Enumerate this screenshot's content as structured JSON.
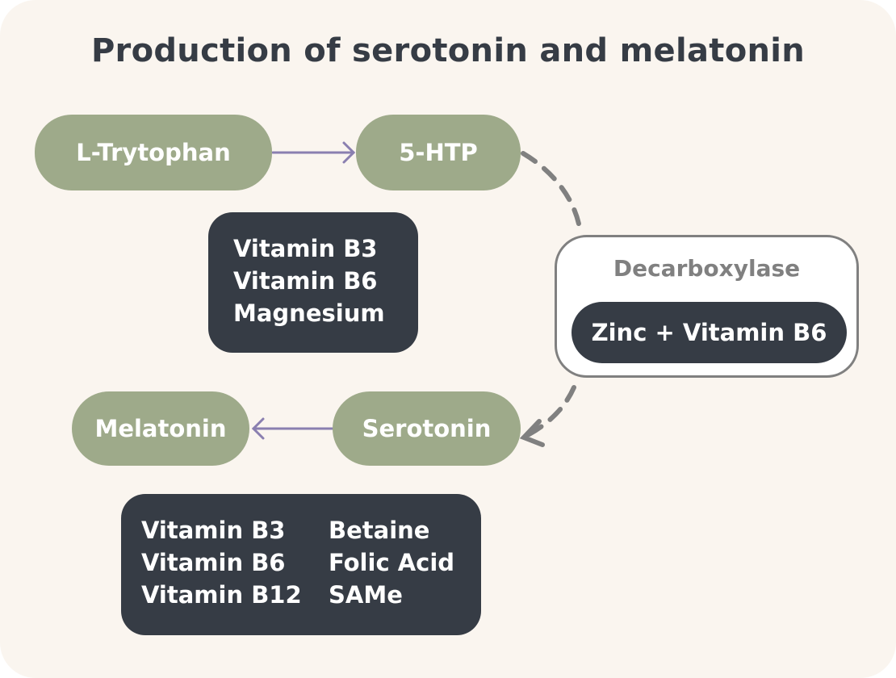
{
  "title": "Production of serotonin and melatonin",
  "nodes": {
    "l_tryptophan": "L-Trytophan",
    "five_htp": "5-HTP",
    "serotonin": "Serotonin",
    "melatonin": "Melatonin"
  },
  "cofactors_1": [
    "Vitamin B3",
    "Vitamin B6",
    "Magnesium"
  ],
  "enzyme": {
    "label": "Decarboxylase",
    "cofactor": "Zinc + Vitamin B6"
  },
  "cofactors_2": {
    "left": [
      "Vitamin B3",
      "Vitamin B6",
      "Vitamin B12"
    ],
    "right": [
      "Betaine",
      "Folic Acid",
      "SAMe"
    ]
  },
  "colors": {
    "node": "#9eaa8a",
    "dark": "#363c45",
    "arrow": "#8a7fb0",
    "dashed": "#808080",
    "background": "#faf5ef"
  }
}
